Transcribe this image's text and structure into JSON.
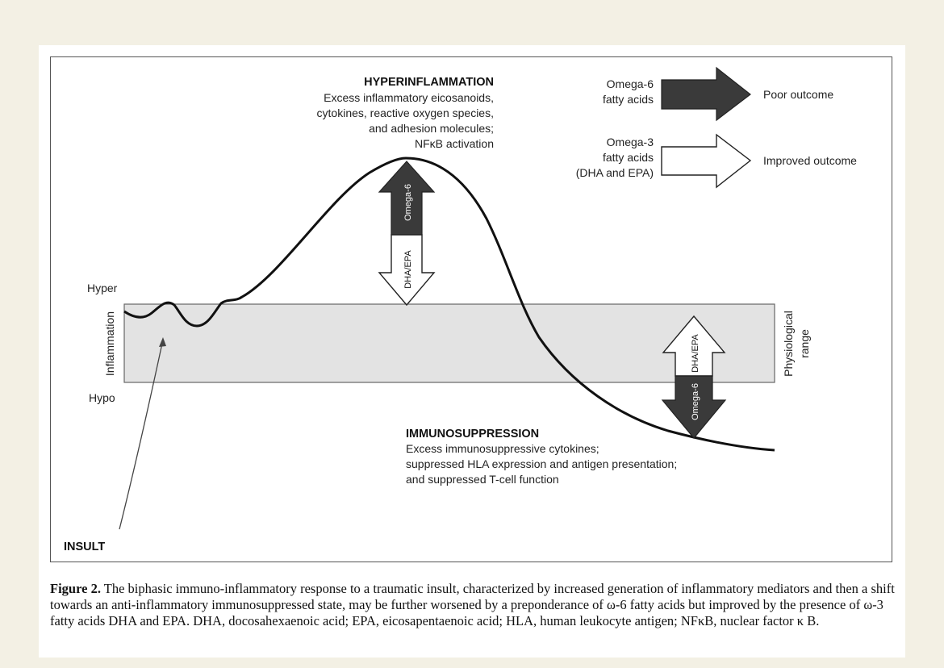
{
  "diagram": {
    "hyper_title": "HYPERINFLAMMATION",
    "hyper_lines": [
      "Excess inflammatory eicosanoids,",
      "cytokines, reactive oxygen species,",
      "and adhesion molecules;",
      "NFκB activation"
    ],
    "immuno_title": "IMMUNOSUPPRESSION",
    "immuno_lines": [
      "Excess immunosuppressive cytokines;",
      "suppressed HLA expression and antigen presentation;",
      "and suppressed T-cell function"
    ],
    "legend": {
      "omega6_lines": [
        "Omega-6",
        "fatty acids"
      ],
      "omega6_outcome": "Poor outcome",
      "omega3_lines": [
        "Omega-3",
        "fatty acids",
        "(DHA and EPA)"
      ],
      "omega3_outcome": "Improved outcome"
    },
    "y_axis": {
      "hyper": "Hyper",
      "hypo": "Hypo",
      "label": "Inflammation"
    },
    "range_label_lines": [
      "Physiological",
      "range"
    ],
    "insult_label": "INSULT",
    "arrow_labels": {
      "omega6": "Omega-6",
      "dha_epa": "DHA/EPA"
    },
    "colors": {
      "dark_arrow": "#3a3a3a",
      "band": "#e3e3e3",
      "curve": "#111111"
    }
  },
  "caption": {
    "label": "Figure 2.",
    "text": "The biphasic immuno-inflammatory response to a traumatic insult, characterized by increased generation of inflammatory mediators and then a shift towards an anti-inflammatory immunosuppressed state, may be further worsened by a preponderance of ω-6 fatty acids but improved by the presence of ω-3 fatty acids DHA and EPA. DHA, docosahexaenoic acid; EPA, eicosapentaenoic acid; HLA, human leukocyte antigen; NFκB, nuclear factor κ B."
  }
}
